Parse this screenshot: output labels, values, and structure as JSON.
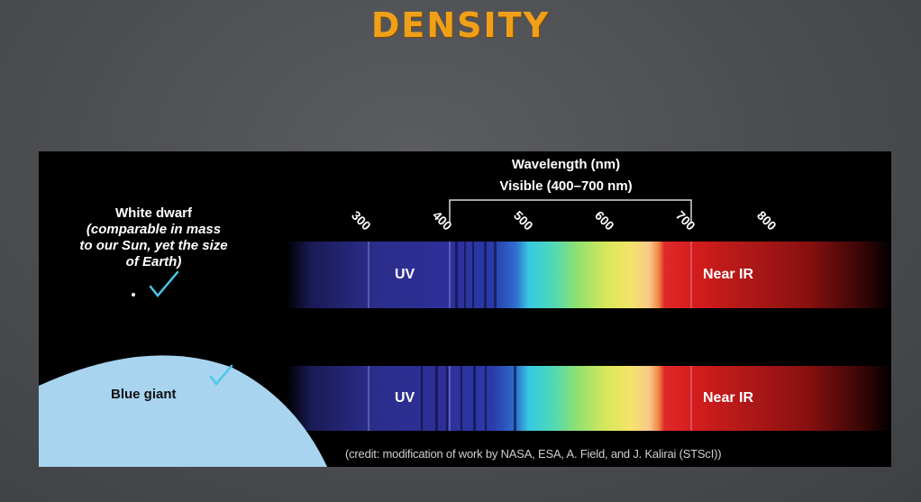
{
  "slide": {
    "title": "DENSITY"
  },
  "figure": {
    "axis_title": "Wavelength (nm)",
    "visible_range": "Visible (400–700 nm)",
    "ticks": [
      "300",
      "400",
      "500",
      "600",
      "700",
      "800"
    ],
    "uv_label": "UV",
    "ir_label": "Near IR",
    "white_dwarf": {
      "line1": "White dwarf",
      "line2": "(comparable in mass",
      "line3": "to our Sun, yet the size",
      "line4": "of Earth)"
    },
    "blue_giant": "Blue giant",
    "credit": "(credit: modification of work by NASA, ESA, A. Field, and J. Kalirai (STScI))"
  },
  "colors": {
    "title": "#f0a018",
    "check": "#48c8e8",
    "giant": "#a8d4f0"
  }
}
